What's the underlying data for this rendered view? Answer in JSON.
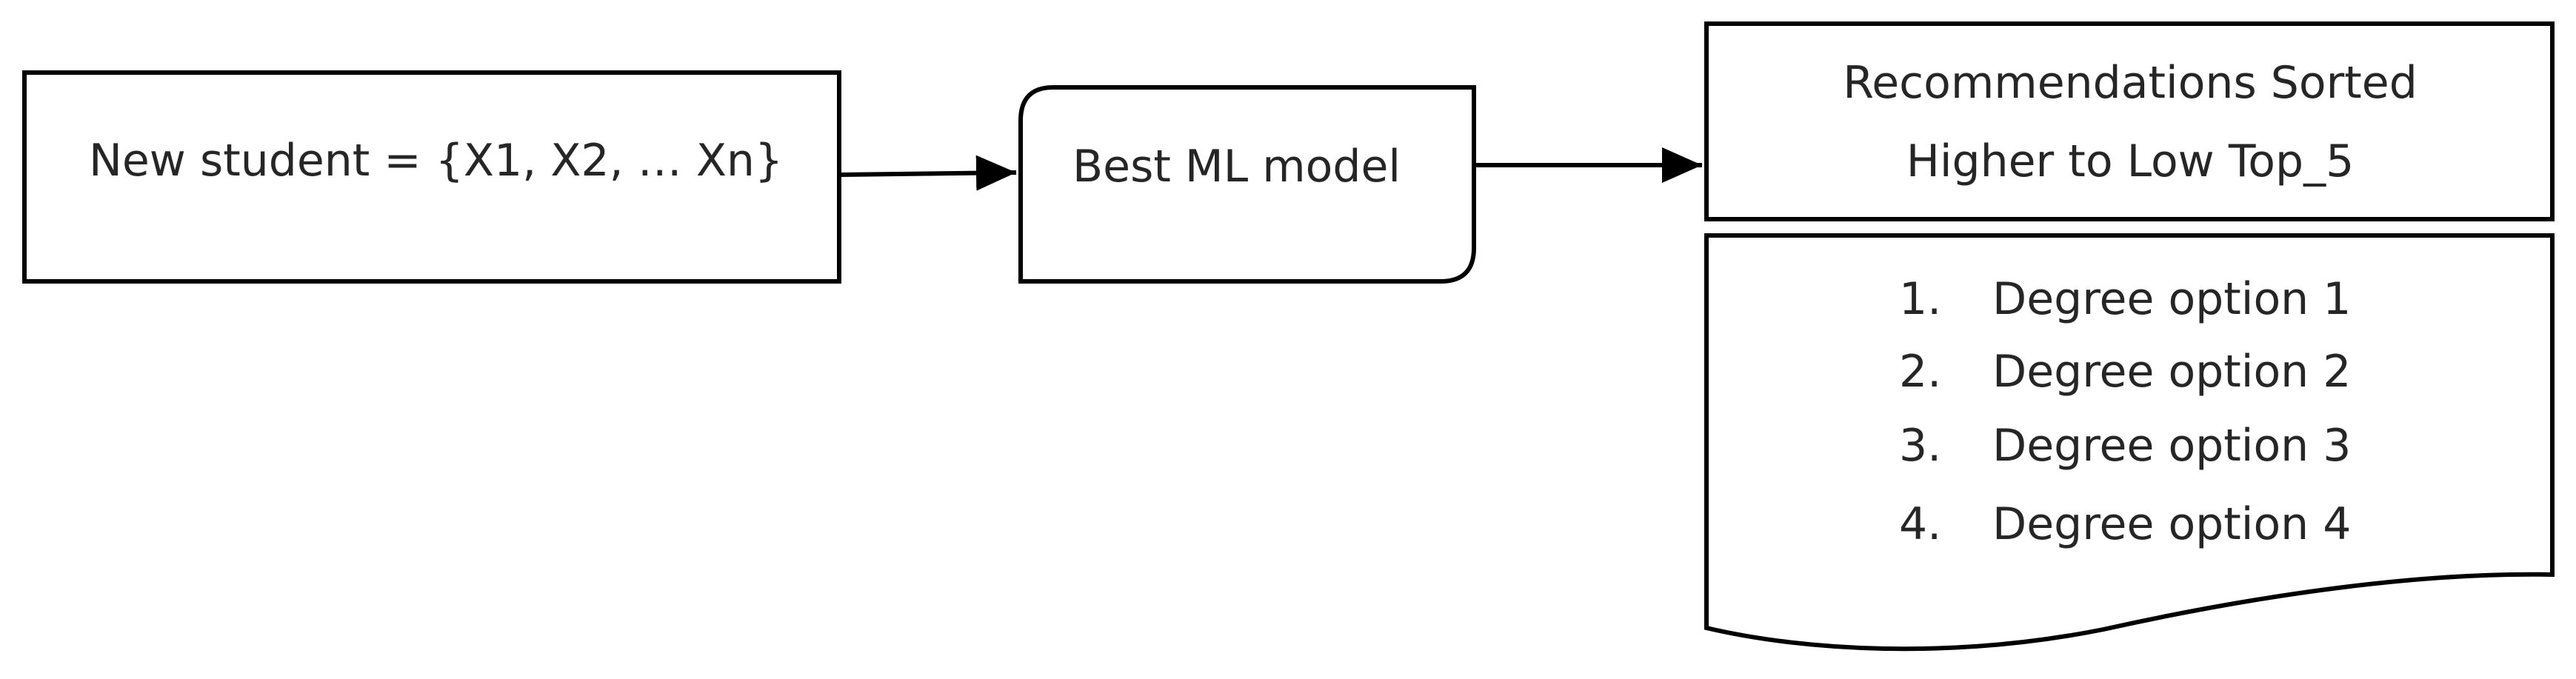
{
  "input_box": {
    "text": "New student = {X1, X2, … Xn}"
  },
  "model_box": {
    "text": "Best ML model"
  },
  "output_header": {
    "line1": "Recommendations Sorted",
    "line2": "Higher to Low Top_5"
  },
  "output_list": {
    "items": [
      {
        "number": "1.",
        "label": "Degree option 1"
      },
      {
        "number": "2.",
        "label": "Degree option 2"
      },
      {
        "number": "3.",
        "label": "Degree option 3"
      },
      {
        "number": "4.",
        "label": "Degree option 4"
      }
    ]
  },
  "colors": {
    "stroke": "#000000",
    "text": "#262626",
    "background": "#ffffff"
  }
}
